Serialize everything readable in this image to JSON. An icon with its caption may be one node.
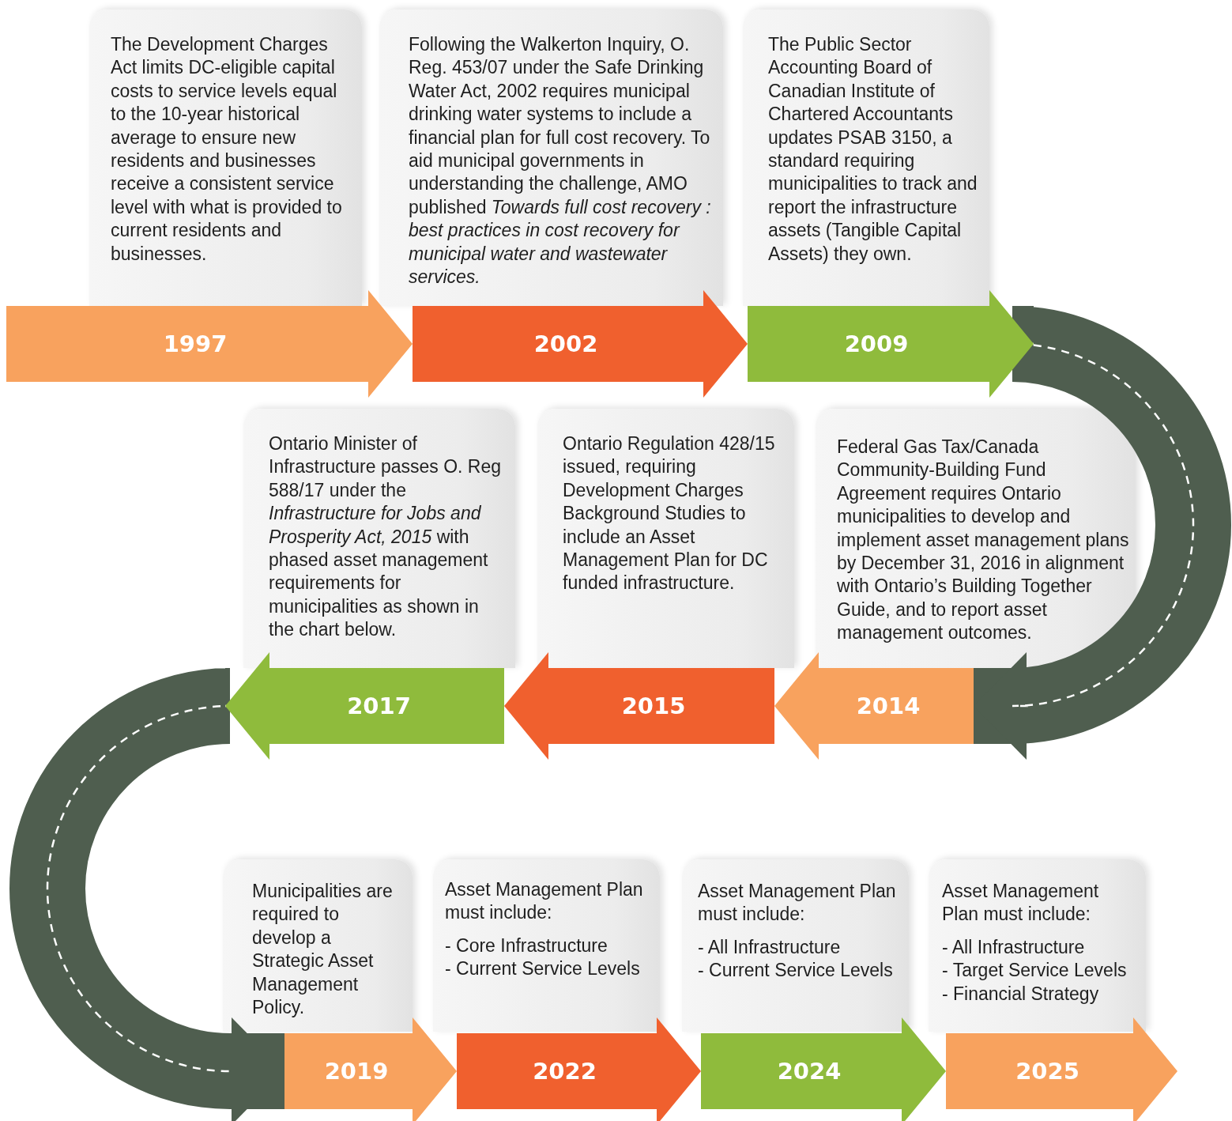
{
  "diagram": {
    "nodes": [
      {
        "text": [
          "The Development Charges Act limits DC-eligible capital costs to service levels equal to the 10-year historical average to ensure new residents and businesses receive a consistent service level with what is provided to current residents and businesses."
        ]
      },
      {
        "text": [
          "Following the Walkerton Inquiry, O. Reg. 453/07 under the Safe Drinking Water Act, 2002 requires municipal drinking water systems to include a financial plan for full cost recovery. To aid municipal governments in understanding the challenge, AMO published *Towards full cost recovery : best practices in cost recovery for municipal water and wastewater services.*"
        ]
      },
      {
        "text": [
          "The Public Sector Accounting Board of Canadian Institute of Chartered Accountants updates PSAB 3150, a standard requiring municipalities to track and report the infrastructure assets (Tangible Capital Assets) they own."
        ]
      },
      {
        "text": [
          "1997"
        ]
      },
      {
        "text": [
          "2002"
        ]
      },
      {
        "text": [
          "2009"
        ]
      },
      {
        "text": [
          "Ontario Minister of Infrastructure passes O. Reg 588/17 under the *Infrastructure for Jobs and Prosperity Act, 2015* with phased asset management requirements for municipalities as shown in the chart below."
        ]
      },
      {
        "text": [
          "Ontario Regulation 428/15 issued, requiring Development Charges Background Studies to include an Asset Management Plan for DC funded infrastructure."
        ]
      },
      {
        "text": [
          "Federal Gas Tax/Canada Community-Building Fund Agreement requires Ontario municipalities to develop and implement asset management plans by December 31, 2016 in alignment with Ontario’s Building Together Guide, and to report asset management outcomes."
        ]
      },
      {
        "text": [
          "2017"
        ]
      },
      {
        "text": [
          "2015"
        ]
      },
      {
        "text": [
          "2014"
        ]
      },
      {
        "text": [
          "Municipalities are required to develop a Strategic Asset Management Policy."
        ]
      },
      {
        "text": [
          "Asset Management Plan must include:",
          "- Core Infrastructure",
          "- Current Service Levels"
        ]
      },
      {
        "text": [
          "Asset Management Plan must include:",
          "- All Infrastructure",
          "- Current Service Levels"
        ]
      },
      {
        "text": [
          "Asset Management Plan must include:",
          "- All Infrastructure",
          "- Target Service Levels",
          "- Financial Strategy"
        ]
      },
      {
        "text": [
          "2019"
        ]
      },
      {
        "text": [
          "2022"
        ]
      },
      {
        "text": [
          "2024"
        ]
      },
      {
        "text": [
          "2025"
        ]
      }
    ],
    "edges": [
      {
        "from": 5,
        "to": 11,
        "arrow": "to"
      },
      {
        "from": 9,
        "to": 16,
        "arrow": "to"
      }
    ]
  }
}
